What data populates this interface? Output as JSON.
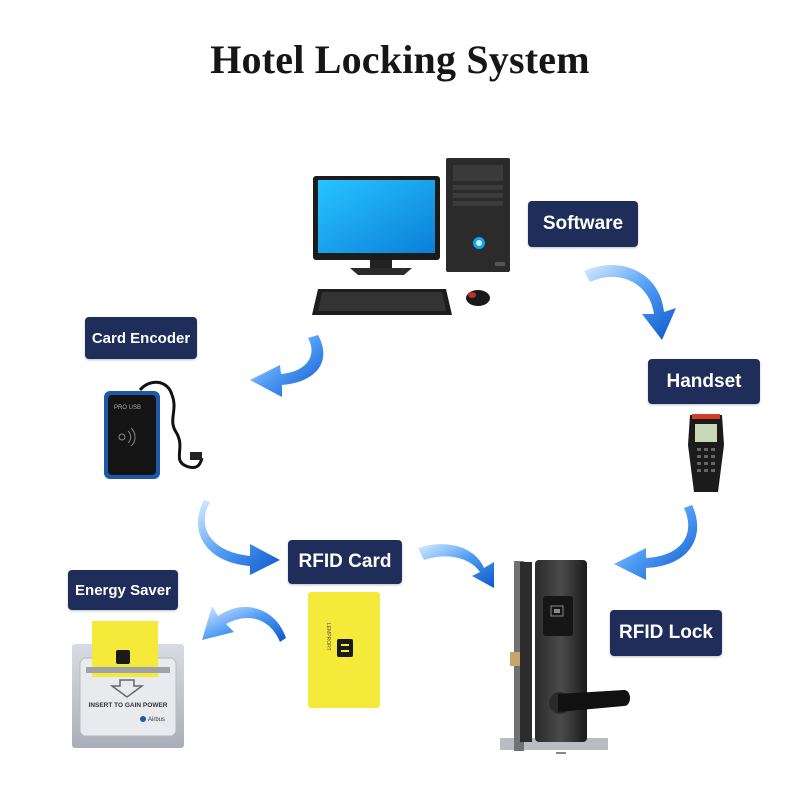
{
  "title": "Hotel Locking System",
  "labels": {
    "software": "Software",
    "handset": "Handset",
    "card_encoder": "Card Encoder",
    "rfid_card": "RFID Card",
    "energy_saver": "Energy Saver",
    "rfid_lock": "RFID Lock"
  },
  "devices": {
    "encoder_brand": "PRO USB",
    "energy_saver_text": "INSERT TO GAIN POWER",
    "energy_saver_brand": "Airbus",
    "card_brand": "LEMPRORT"
  },
  "colors": {
    "label_bg": "#1f2d5a",
    "arrow_blue": "#1e6fe0",
    "card_yellow": "#f5ea3a",
    "screen_blue": "#0aa6ee"
  },
  "icons": [
    "computer-icon",
    "card-encoder-icon",
    "handset-icon",
    "rfid-card-icon",
    "energy-saver-icon",
    "rfid-lock-icon",
    "curved-arrow-icon"
  ]
}
